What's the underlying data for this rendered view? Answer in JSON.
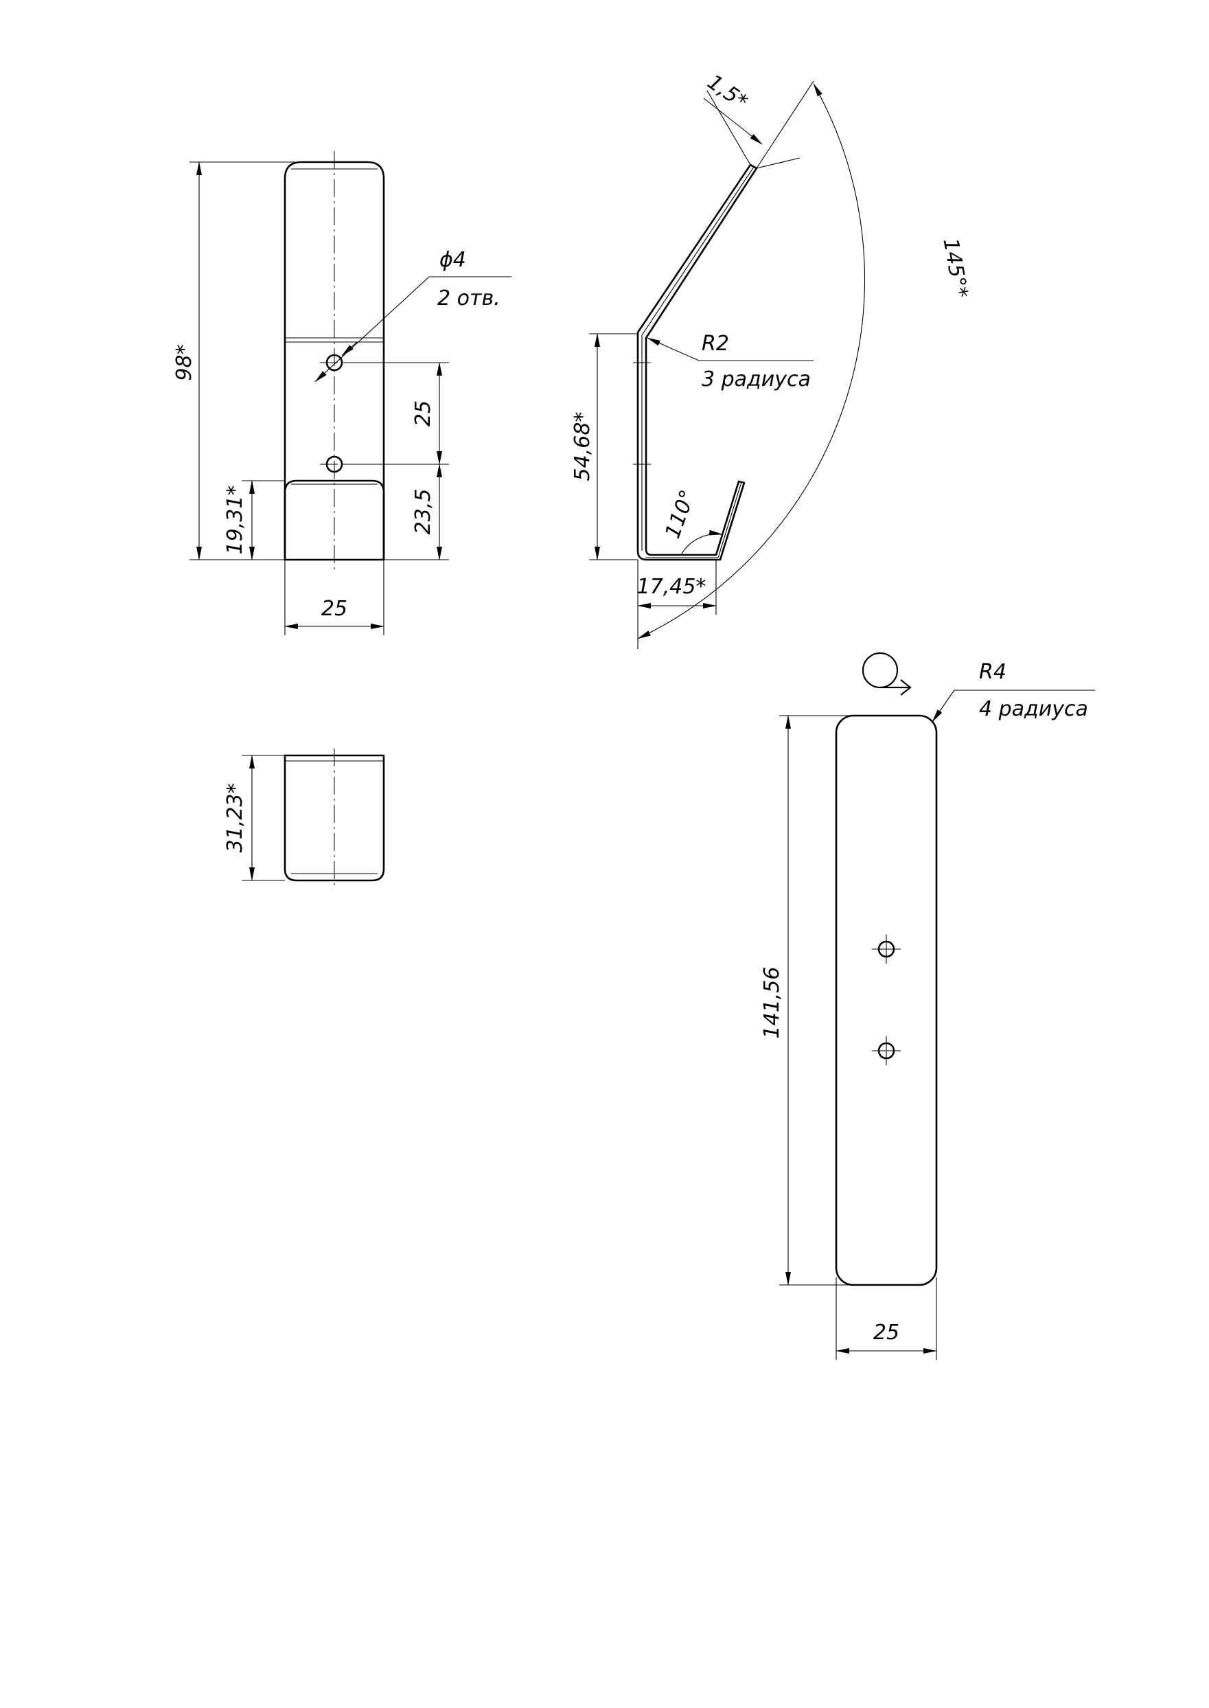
{
  "drawing": {
    "front_view": {
      "height_dim": "98*",
      "lower_part_dim": "19,31*",
      "hole_pitch_dim": "25",
      "hole_offset_dim": "23,5",
      "width_dim": "25",
      "hole_callout": {
        "diameter": "ϕ4",
        "count": "2 отв."
      }
    },
    "side_view": {
      "thickness_dim": "1,5*",
      "angle_dim": "145°*",
      "bend_callout": {
        "radius": "R2",
        "count": "3 радиуса"
      },
      "height_dim": "54,68*",
      "bend_angle_dim": "110°",
      "base_dim": "17,45*"
    },
    "bottom_view": {
      "height_dim": "31,23*"
    },
    "flat_pattern": {
      "corner_callout": {
        "radius": "R4",
        "count": "4 радиуса"
      },
      "length_dim": "141,56",
      "width_dim": "25",
      "unfolded_symbol": "flat-pattern-symbol"
    }
  }
}
